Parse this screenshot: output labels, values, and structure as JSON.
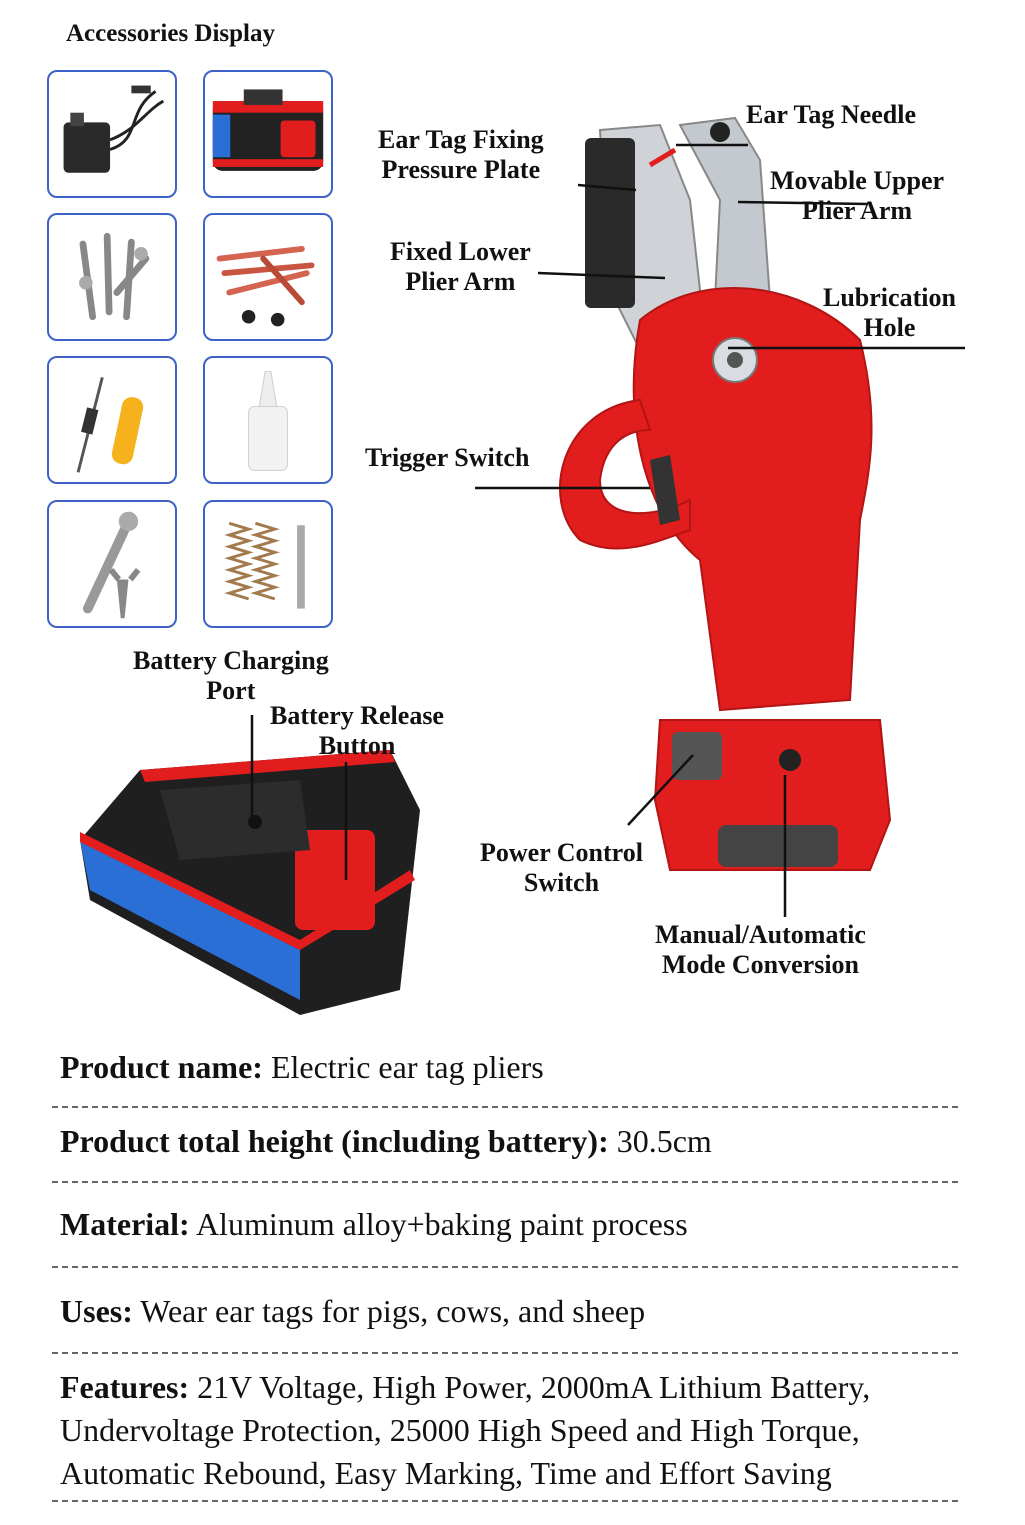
{
  "accessories": {
    "title": "Accessories Display",
    "items": [
      {
        "icon": "power-adapter-icon"
      },
      {
        "icon": "battery-icon"
      },
      {
        "icon": "needles-bolts-icon"
      },
      {
        "icon": "ear-tag-needles-icon"
      },
      {
        "icon": "screwdriver-tube-icon"
      },
      {
        "icon": "lubricant-bottle-icon"
      },
      {
        "icon": "wrench-icon"
      },
      {
        "icon": "springs-pin-icon"
      }
    ]
  },
  "callouts": {
    "ear_tag_needle": "Ear Tag Needle",
    "fixing_plate_1": "Ear Tag Fixing",
    "fixing_plate_2": "Pressure Plate",
    "movable_arm_1": "Movable Upper",
    "movable_arm_2": "Plier Arm",
    "fixed_arm_1": "Fixed Lower",
    "fixed_arm_2": "Plier Arm",
    "lubrication_1": "Lubrication",
    "lubrication_2": "Hole",
    "trigger_switch": "Trigger Switch",
    "charging_port_1": "Battery Charging",
    "charging_port_2": "Port",
    "release_button_1": "Battery Release",
    "release_button_2": "Button",
    "power_switch_1": "Power Control",
    "power_switch_2": "Switch",
    "mode_conversion_1": "Manual/Automatic",
    "mode_conversion_2": "Mode Conversion"
  },
  "specs": [
    {
      "label": "Product name:",
      "value": " Electric ear tag pliers"
    },
    {
      "label": "Product total height (including battery):",
      "value": " 30.5cm"
    },
    {
      "label": "Material:",
      "value": " Aluminum alloy+baking paint process"
    },
    {
      "label": "Uses:",
      "value": " Wear ear tags for pigs, cows, and sheep"
    },
    {
      "label": "Features:",
      "value": " 21V Voltage, High Power, 2000mA Lithium Battery, Undervoltage Protection, 25000 High Speed and High Torque, Automatic Rebound, Easy Marking, Time and Effort Saving"
    }
  ],
  "colors": {
    "tool_red": "#e11d1d",
    "thumb_border": "#3d63c9",
    "battery_blue": "#2a6fd6"
  }
}
